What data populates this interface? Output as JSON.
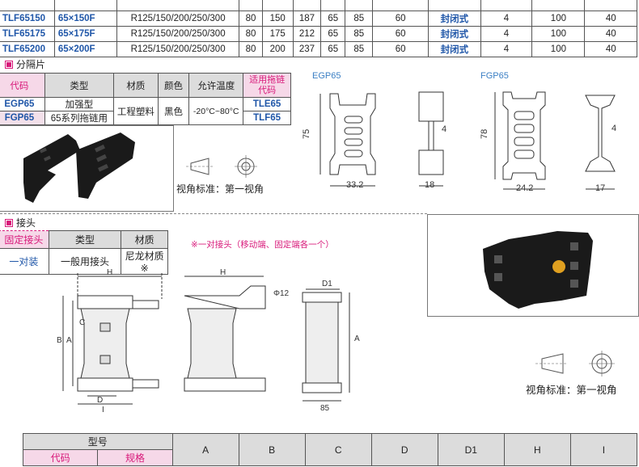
{
  "top_table": {
    "rows": [
      {
        "code": "TLF65150",
        "spec": "65×150F",
        "radius": "R125/150/200/250/300",
        "c1": "80",
        "c2": "150",
        "c3": "187",
        "c4": "65",
        "c5": "85",
        "c6": "60",
        "type": "封闭式",
        "c7": "4",
        "c8": "100",
        "c9": "40"
      },
      {
        "code": "TLF65175",
        "spec": "65×175F",
        "radius": "R125/150/200/250/300",
        "c1": "80",
        "c2": "175",
        "c3": "212",
        "c4": "65",
        "c5": "85",
        "c6": "60",
        "type": "封闭式",
        "c7": "4",
        "c8": "100",
        "c9": "40"
      },
      {
        "code": "TLF65200",
        "spec": "65×200F",
        "radius": "R125/150/200/250/300",
        "c1": "80",
        "c2": "200",
        "c3": "237",
        "c4": "65",
        "c5": "85",
        "c6": "60",
        "type": "封闭式",
        "c7": "4",
        "c8": "100",
        "c9": "40"
      }
    ]
  },
  "separator": {
    "title": "分隔片",
    "headers": [
      "代码",
      "类型",
      "材质",
      "颜色",
      "允许温度",
      "适用拖链代码"
    ],
    "rows": [
      {
        "code": "EGP65",
        "type": "加强型"
      },
      {
        "code": "FGP65",
        "type": "65系列拖链用"
      }
    ],
    "material": "工程塑料",
    "color": "黑色",
    "temp": "-20°C~80°C",
    "fit": [
      "TLE65",
      "TLF65"
    ]
  },
  "egp": {
    "label": "EGP65",
    "h": "75",
    "w": "33.2",
    "t": "4",
    "b": "18"
  },
  "fgp": {
    "label": "FGP65",
    "h": "78",
    "w": "24.2",
    "t": "4",
    "b": "17"
  },
  "view_standard": "视角标准：第一视角",
  "joint": {
    "title": "接头",
    "headers": [
      "固定接头",
      "类型",
      "材质"
    ],
    "row": {
      "code": "一对装",
      "type": "一般用接头",
      "material": "尼龙材质※"
    },
    "note": "※一对接头（移动端、固定端各一个）"
  },
  "dims": {
    "H": "H",
    "phi": "Φ12",
    "D1": "D1",
    "C": "C",
    "B": "B",
    "A": "A",
    "D": "D",
    "I": "I",
    "w85": "85"
  },
  "bottom_table": {
    "group": "型号",
    "headers": [
      "代码",
      "规格",
      "A",
      "B",
      "C",
      "D",
      "D1",
      "H",
      "I"
    ]
  }
}
